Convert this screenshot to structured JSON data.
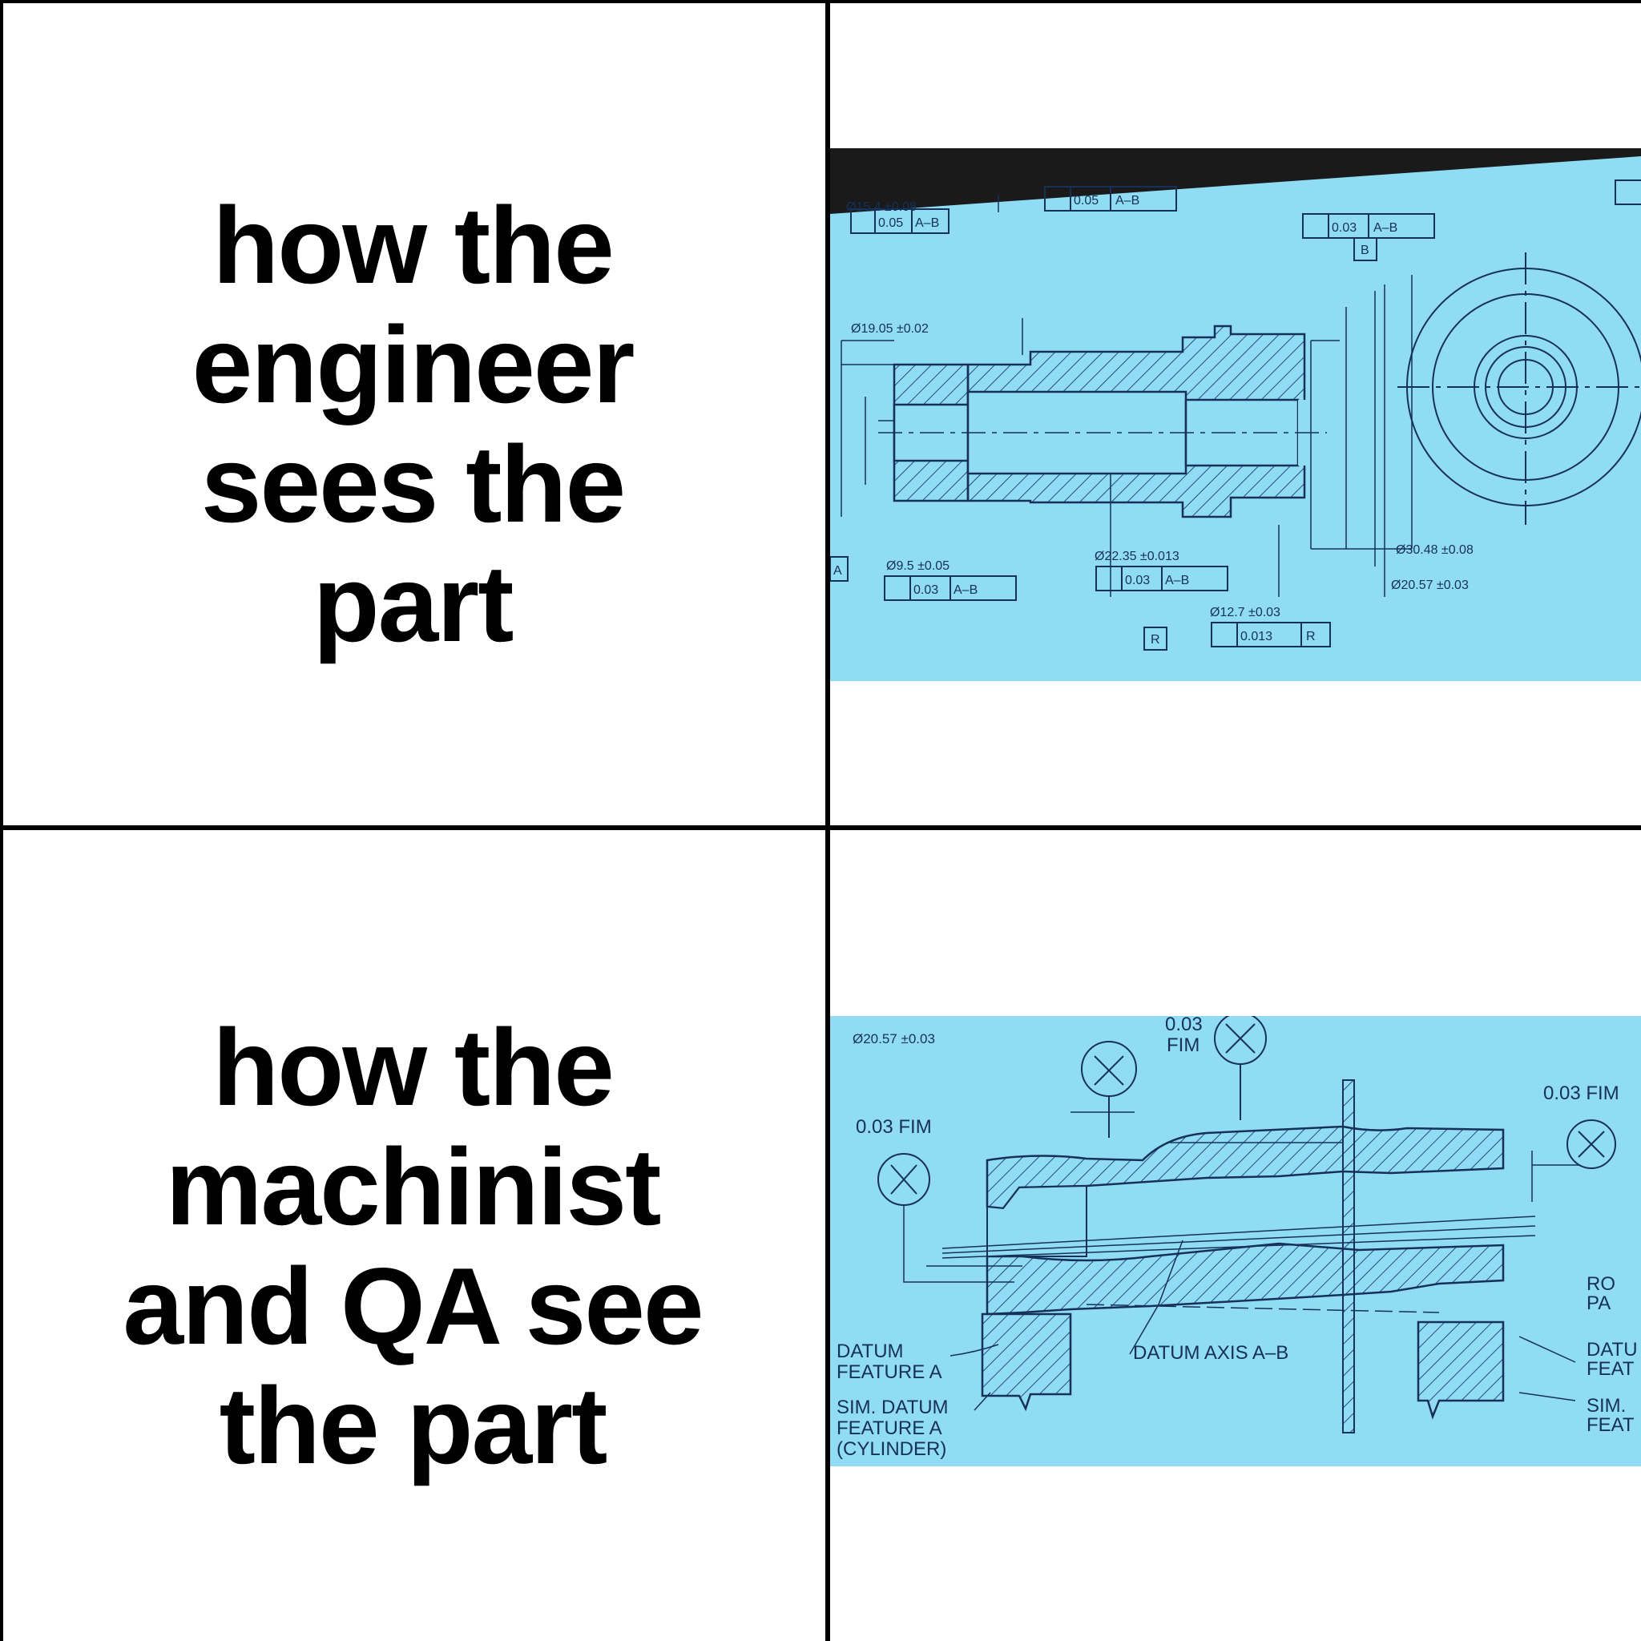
{
  "panels": {
    "top_left": {
      "caption_lines": [
        "how the",
        "engineer",
        "sees the",
        "part"
      ]
    },
    "top_right": {
      "drawing_labels": {
        "dim_15_4": "Ø15.4 ±0.08",
        "fcf_1_value": "0.05",
        "fcf_1_datum": "A–B",
        "dim_19_05": "Ø19.05 ±0.02",
        "fcf_2_value": "0.05",
        "fcf_2_datum": "A–B",
        "fcf_3_value": "0.03",
        "fcf_3_datum": "A–B",
        "datum_b": "B",
        "datum_a": "A",
        "dim_9_5": "Ø9.5 ±0.05",
        "fcf_4_value": "0.03",
        "fcf_4_datum": "A–B",
        "dim_22_35": "Ø22.35 ±0.013",
        "fcf_5_value": "0.03",
        "fcf_5_datum": "A–B",
        "datum_r": "R",
        "dim_12_7": "Ø12.7 ±0.03",
        "fcf_6_value": "0.013",
        "fcf_6_datum": "R",
        "dim_30_48": "Ø30.48 ±0.08",
        "dim_20_57": "Ø20.57 ±0.03"
      }
    },
    "bottom_left": {
      "caption_lines": [
        "how the",
        "machinist",
        "and QA see",
        "the part"
      ]
    },
    "bottom_right": {
      "drawing_labels": {
        "dim_20_57": "Ø20.57 ±0.03",
        "fim_top_value": "0.03",
        "fim_top_unit": "FIM",
        "fim_left": "0.03 FIM",
        "fim_right": "0.03 FIM",
        "datum_feature_a_1": "DATUM",
        "datum_feature_a_2": "FEATURE A",
        "sim_datum_1": "SIM. DATUM",
        "sim_datum_2": "FEATURE A",
        "sim_datum_3": "(CYLINDER)",
        "datum_axis": "DATUM AXIS A–B",
        "right_edge_1": "RO",
        "right_edge_2": "PA",
        "right_edge_3": "DATU",
        "right_edge_4": "FEAT",
        "right_edge_5": "SIM.",
        "right_edge_6": "FEAT"
      }
    }
  },
  "colors": {
    "blueprint": "#8fdcf4",
    "ink": "#16305a",
    "border": "#000000"
  }
}
